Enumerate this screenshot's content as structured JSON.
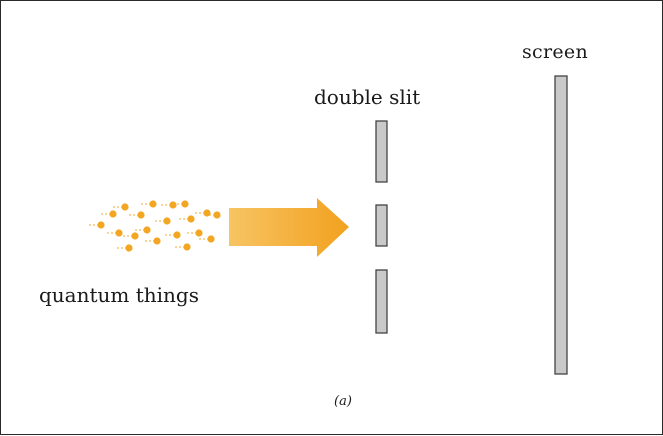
{
  "labels": {
    "screen": "screen",
    "double_slit": "double slit",
    "source": "quantum things",
    "caption": "(a)"
  },
  "colors": {
    "particle": "#f2a622",
    "arrow": "#f3ae2e",
    "barrier_fill": "#c9c9c9",
    "barrier_stroke": "#444444",
    "frame": "#2a2a2a"
  }
}
